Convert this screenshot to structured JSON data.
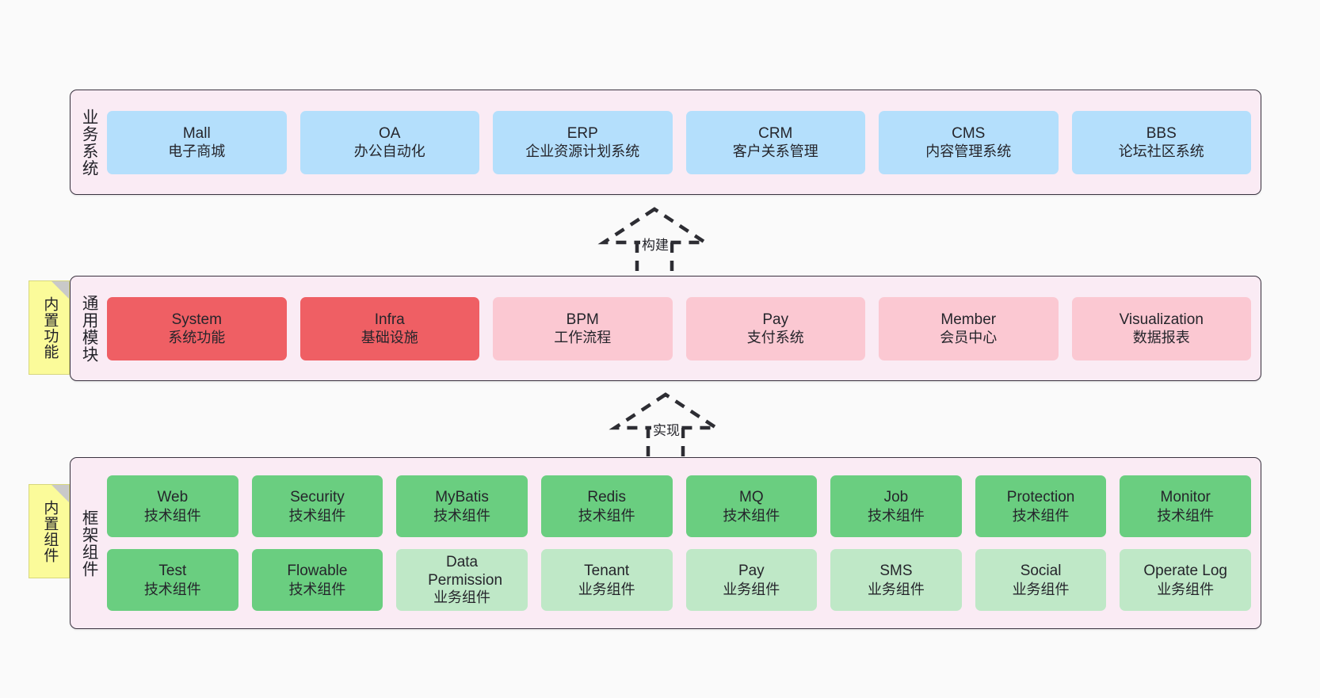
{
  "diagram": {
    "background": "#fafafa",
    "layers": [
      {
        "id": "business-systems",
        "title": "业务系统",
        "note": null,
        "rows": [
          {
            "items": [
              {
                "en": "Mall",
                "cn": "电子商城",
                "color": "#b4dffc"
              },
              {
                "en": "OA",
                "cn": "办公自动化",
                "color": "#b4dffc"
              },
              {
                "en": "ERP",
                "cn": "企业资源计划系统",
                "color": "#b4dffc"
              },
              {
                "en": "CRM",
                "cn": "客户关系管理",
                "color": "#b4dffc"
              },
              {
                "en": "CMS",
                "cn": "内容管理系统",
                "color": "#b4dffc"
              },
              {
                "en": "BBS",
                "cn": "论坛社区系统",
                "color": "#b4dffc"
              }
            ]
          }
        ]
      },
      {
        "id": "common-modules",
        "title": "通用模块",
        "note": "内置功能",
        "rows": [
          {
            "items": [
              {
                "en": "System",
                "cn": "系统功能",
                "color": "#ef5f64"
              },
              {
                "en": "Infra",
                "cn": "基础设施",
                "color": "#ef5f64"
              },
              {
                "en": "BPM",
                "cn": "工作流程",
                "color": "#fbc8d2"
              },
              {
                "en": "Pay",
                "cn": "支付系统",
                "color": "#fbc8d2"
              },
              {
                "en": "Member",
                "cn": "会员中心",
                "color": "#fbc8d2"
              },
              {
                "en": "Visualization",
                "cn": "数据报表",
                "color": "#fbc8d2"
              }
            ]
          }
        ]
      },
      {
        "id": "framework-components",
        "title": "框架组件",
        "note": "内置组件",
        "rows": [
          {
            "items": [
              {
                "en": "Web",
                "cn": "技术组件",
                "color": "#6ace80"
              },
              {
                "en": "Security",
                "cn": "技术组件",
                "color": "#6ace80"
              },
              {
                "en": "MyBatis",
                "cn": "技术组件",
                "color": "#6ace80"
              },
              {
                "en": "Redis",
                "cn": "技术组件",
                "color": "#6ace80"
              },
              {
                "en": "MQ",
                "cn": "技术组件",
                "color": "#6ace80"
              },
              {
                "en": "Job",
                "cn": "技术组件",
                "color": "#6ace80"
              },
              {
                "en": "Protection",
                "cn": "技术组件",
                "color": "#6ace80"
              },
              {
                "en": "Monitor",
                "cn": "技术组件",
                "color": "#6ace80"
              }
            ]
          },
          {
            "items": [
              {
                "en": "Test",
                "cn": "技术组件",
                "color": "#6ace80"
              },
              {
                "en": "Flowable",
                "cn": "技术组件",
                "color": "#6ace80"
              },
              {
                "en": "Data Permission",
                "cn": "业务组件",
                "color": "#bfe8c7"
              },
              {
                "en": "Tenant",
                "cn": "业务组件",
                "color": "#bfe8c7"
              },
              {
                "en": "Pay",
                "cn": "业务组件",
                "color": "#bfe8c7"
              },
              {
                "en": "SMS",
                "cn": "业务组件",
                "color": "#bfe8c7"
              },
              {
                "en": "Social",
                "cn": "业务组件",
                "color": "#bfe8c7"
              },
              {
                "en": "Operate Log",
                "cn": "业务组件",
                "color": "#bfe8c7"
              }
            ]
          }
        ]
      }
    ],
    "connectors": [
      {
        "id": "build",
        "label": "构建",
        "style": "dashed-generalization"
      },
      {
        "id": "implement",
        "label": "实现",
        "style": "dashed-generalization"
      }
    ]
  }
}
